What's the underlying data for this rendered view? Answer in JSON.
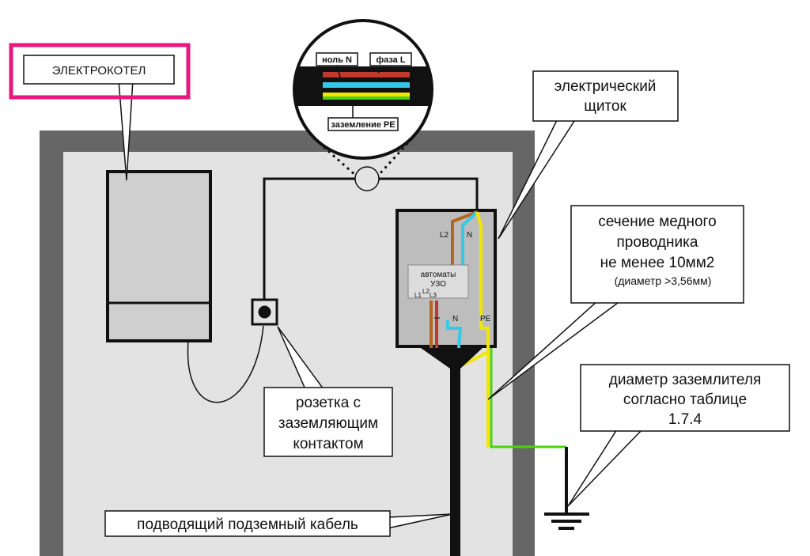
{
  "labels": {
    "boiler": "ЭЛЕКТРОКОТЕЛ",
    "panel_line1": "электрический",
    "panel_line2": "щиток",
    "section_line1": "сечение медного",
    "section_line2": "проводника",
    "section_line3": "не менее 10мм2",
    "section_line4": "(диаметр >3,56мм)",
    "ground_line1": "диаметр заземлителя",
    "ground_line2": "согласно таблице",
    "ground_line3": "1.7.4",
    "socket_line1": "розетка с",
    "socket_line2": "заземляющим",
    "socket_line3": "контактом",
    "cable": "подводящий подземный кабель"
  },
  "zoom": {
    "neutral": "ноль N",
    "phase": "фаза L",
    "earth": "заземление PE"
  },
  "panel": {
    "breakers_line1": "автоматы",
    "breakers_line2": "УЗО",
    "l1": "L1",
    "l2_top": "L2",
    "l3": "L3",
    "l2": "L2",
    "n_top": "N",
    "n_bottom": "N",
    "pe": "PE"
  },
  "colors": {
    "phase_wire": "#c0392b",
    "phase2_wire": "#b5651d",
    "neutral_wire": "#35c8e8",
    "earth_wire_yellow": "#f2e600",
    "earth_wire_green": "#4cd10f",
    "highlight_border": "#e8177d",
    "wall": "#666666",
    "room": "#e3e3e3"
  }
}
